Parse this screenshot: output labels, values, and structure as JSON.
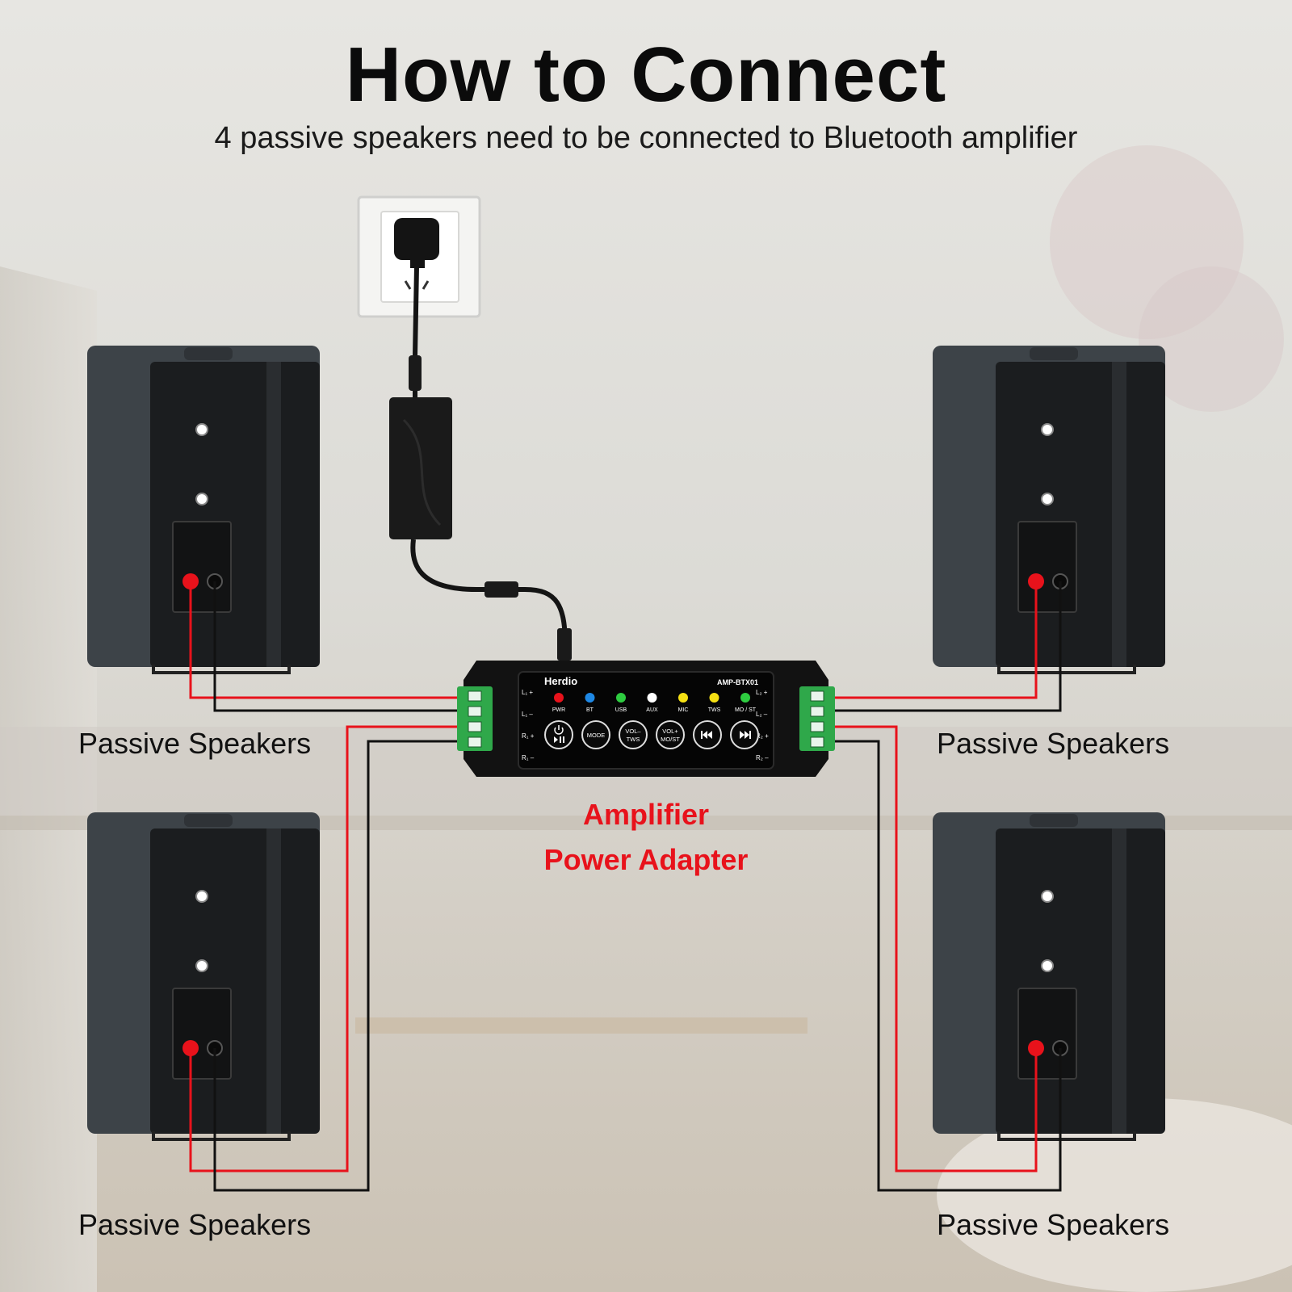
{
  "title": "How to Connect",
  "subtitle": "4 passive speakers need to be connected to  Bluetooth amplifier",
  "speaker_label": "Passive Speakers",
  "amplifier_label": "Amplifier",
  "adapter_label": "Power Adapter",
  "amp": {
    "brand": "Herdio",
    "model": "AMP-BTX01",
    "terminals_left": [
      "L₁ +",
      "L₁ –",
      "R₁ +",
      "R₁ –"
    ],
    "terminals_right": [
      "L₂ +",
      "L₂ –",
      "R₂ +",
      "R₂ –"
    ],
    "leds": [
      {
        "label": "PWR",
        "color": "#e8121b"
      },
      {
        "label": "BT",
        "color": "#1e88e5"
      },
      {
        "label": "USB",
        "color": "#2ecc40"
      },
      {
        "label": "AUX",
        "color": "#ffffff"
      },
      {
        "label": "MIC",
        "color": "#f5e013"
      },
      {
        "label": "TWS",
        "color": "#f5e013"
      },
      {
        "label": "MO / ST",
        "color": "#2ecc40"
      }
    ],
    "buttons": [
      {
        "label": "",
        "icon": "power-play-pause-icon"
      },
      {
        "label": "MODE",
        "icon": ""
      },
      {
        "label": "VOL–\nTWS",
        "icon": ""
      },
      {
        "label": "VOL+\nMO/ST",
        "icon": ""
      },
      {
        "label": "",
        "icon": "previous-track-icon"
      },
      {
        "label": "",
        "icon": "next-track-icon"
      }
    ]
  },
  "colors": {
    "wire_red": "#e8121b",
    "wire_black": "#111111",
    "terminal_green": "#2fa84a",
    "speaker_body": "#3d4348",
    "speaker_back": "#1b1d1f"
  }
}
